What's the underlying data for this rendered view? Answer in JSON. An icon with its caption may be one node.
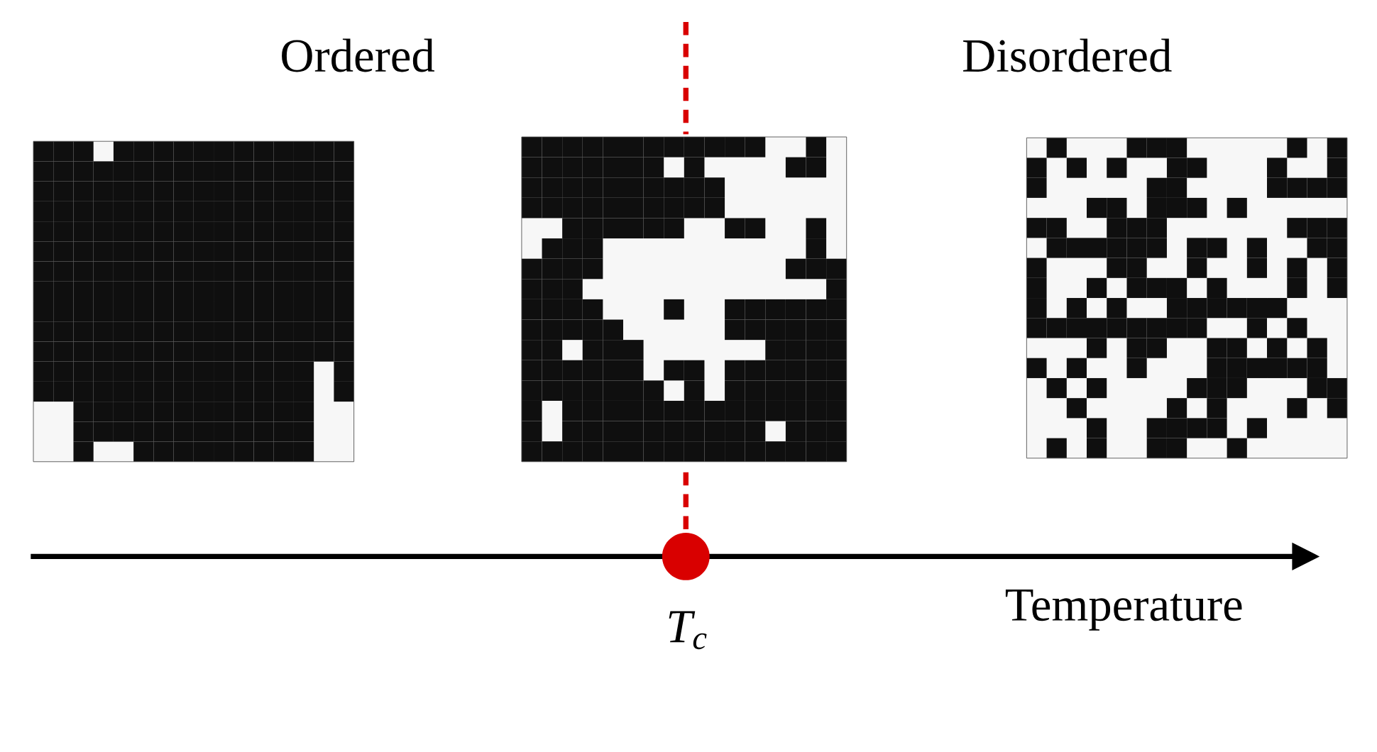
{
  "diagram": {
    "labels": [
      "Ordered",
      "Disordered",
      "Temperature",
      "T$_{c}$"
    ]
  }
}
